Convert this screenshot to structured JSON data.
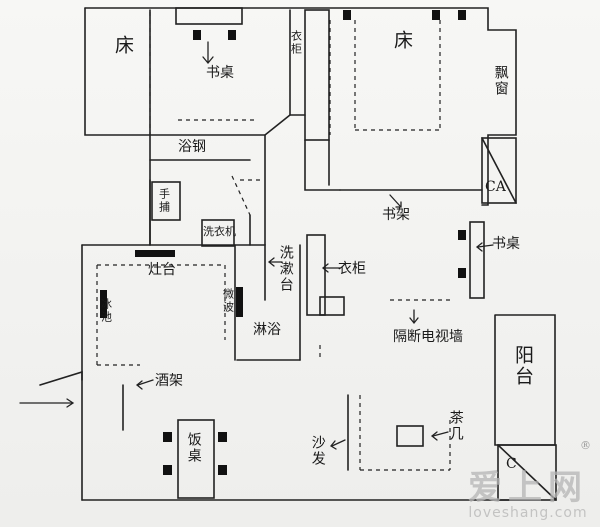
{
  "rooms": {
    "bed_left": "床",
    "desk_top": "书桌",
    "wardrobe_top": "衣柜",
    "bed_right": "床",
    "bay_window": "飘窗",
    "bathroom_strip": "浴钢",
    "ca_box": "CA",
    "bookshelf": "书架",
    "desk_right": "书桌",
    "mop_sink": "手捕",
    "washer": "洗衣机",
    "stove": "灶台",
    "fridge": "冰池",
    "microwave": "微波",
    "basin": "洗漱台",
    "wardrobe_mid": "衣柜",
    "shower": "淋浴",
    "tv_wall": "隔断电视墙",
    "balcony": "阳台",
    "wine_shelf": "酒架",
    "dining_table": "饭桌",
    "sofa": "沙发",
    "coffee_table": "茶几",
    "c_box": "C"
  },
  "watermark": {
    "cn": "爱上网",
    "en": "loveshang.com",
    "mark": "®"
  }
}
